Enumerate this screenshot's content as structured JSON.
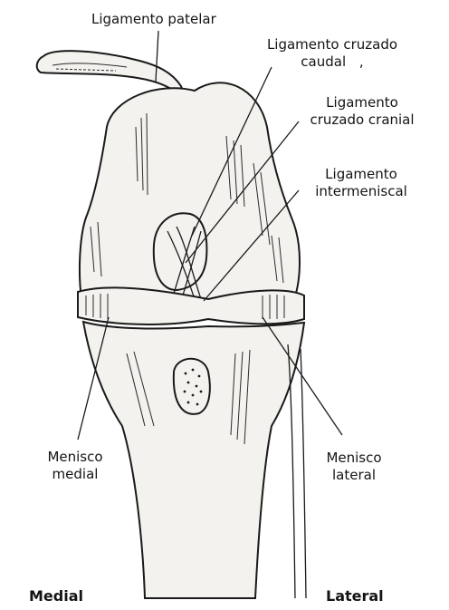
{
  "labels": {
    "ligamento_patelar": "Ligamento patelar",
    "cruzado_caudal_1": "Ligamento cruzado",
    "cruzado_caudal_2": "caudal",
    "cruzado_caudal_mark": ",",
    "cruzado_cranial_1": "Ligamento",
    "cruzado_cranial_2": "cruzado cranial",
    "intermeniscal_1": "Ligamento",
    "intermeniscal_2": "intermeniscal",
    "menisco_medial_1": "Menisco",
    "menisco_medial_2": "medial",
    "menisco_lateral_1": "Menisco",
    "menisco_lateral_2": "lateral",
    "side_medial": "Medial",
    "side_lateral": "Lateral"
  },
  "colors": {
    "ink": "#1a1a1a",
    "paper": "#ffffff",
    "bone_fill": "#f4f2ee"
  }
}
